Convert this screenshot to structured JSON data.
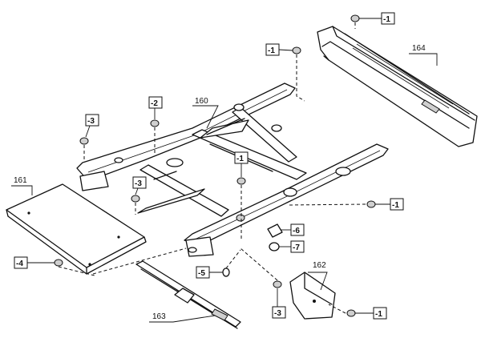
{
  "diagram": {
    "parts": {
      "p160": "160",
      "p161": "161",
      "p162": "162",
      "p163": "163",
      "p164": "164"
    },
    "callouts": {
      "c1a": "-1",
      "c1b": "-1",
      "c1c": "-1",
      "c1d": "-1",
      "c1e": "-1",
      "c2": "-2",
      "c3a": "-3",
      "c3b": "-3",
      "c3c": "-3",
      "c4": "-4",
      "c5": "-5",
      "c6": "-6",
      "c7": "-7"
    }
  }
}
